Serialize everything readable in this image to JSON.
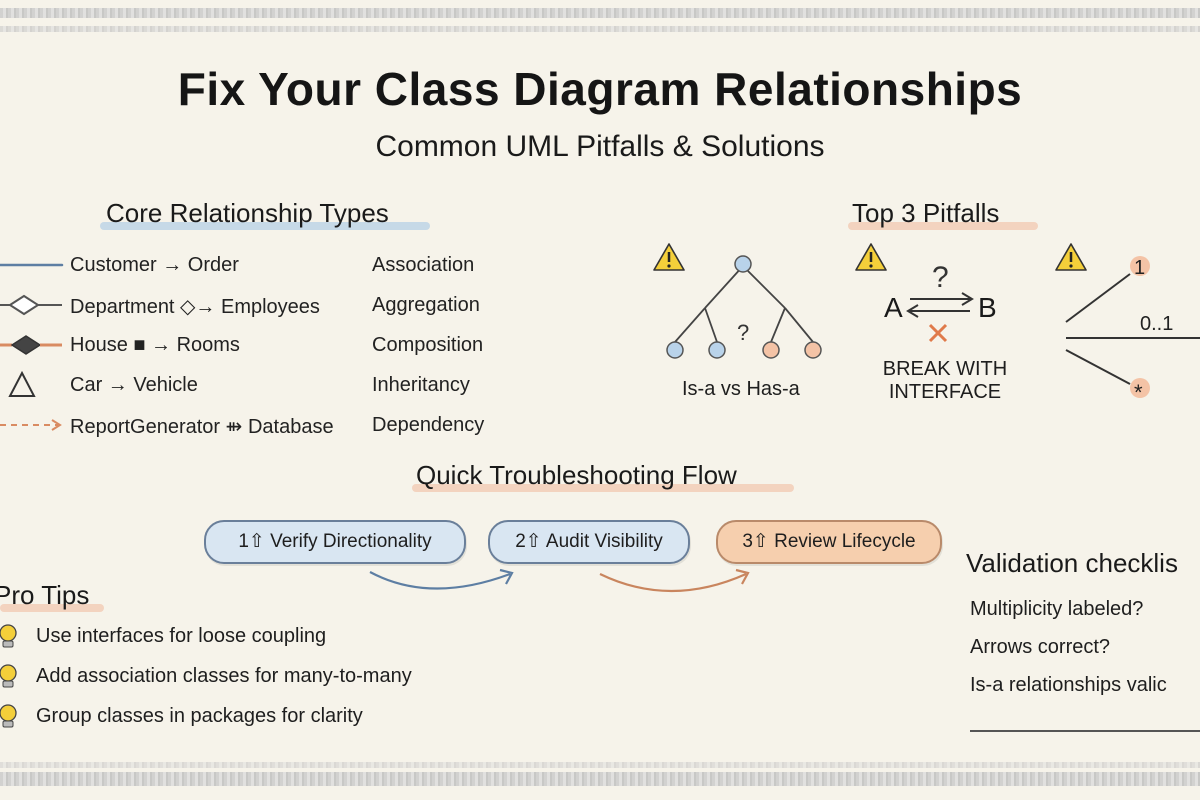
{
  "title": "Fix Your Class Diagram Relationships",
  "subtitle": "Common UML Pitfalls & Solutions",
  "core": {
    "heading": "Core Relationship Types",
    "rows": [
      {
        "example": "Customer → Order",
        "type": "Association"
      },
      {
        "example": "Department ◇→ Employees",
        "type": "Aggregation"
      },
      {
        "example": "House ■ → Rooms",
        "type": "Composition"
      },
      {
        "example": "Car → Vehicle",
        "type": "Inheritancy"
      },
      {
        "example": "ReportGenerator ⇻ Database",
        "type": "Dependency"
      }
    ]
  },
  "pitfalls": {
    "heading": "Top 3 Pitfalls",
    "p1_caption": "Is-a vs Has-a",
    "p1_question": "?",
    "p2_a": "A",
    "p2_b": "B",
    "p2_question": "?",
    "p2_caption_line1": "BREAK WITH",
    "p2_caption_line2": "INTERFACE",
    "p3_top": "1",
    "p3_mid": "0..1",
    "p3_bottom": "*"
  },
  "flow": {
    "heading": "Quick Troubleshooting Flow",
    "steps": [
      {
        "label": "1⇧ Verify Directionality"
      },
      {
        "label": "2⇧ Audit Visibility"
      },
      {
        "label": "3⇧ Review Lifecycle"
      }
    ]
  },
  "tips": {
    "heading": "Pro Tips",
    "items": [
      "Use interfaces for loose coupling",
      "Add association classes for many-to-many",
      "Group classes in packages for clarity"
    ]
  },
  "checklist": {
    "heading": "Validation checklis",
    "items": [
      "Multiplicity labeled?",
      "Arrows correct?",
      "Is-a relationships valic"
    ]
  },
  "colors": {
    "blue_accent": "#9fc3e3",
    "orange_accent": "#f1b89a",
    "node_blue": "#b9d3ea",
    "node_orange": "#f4c3a6",
    "warning_yellow": "#f4cf3a",
    "cross_orange": "#e07a4a"
  },
  "icons": {
    "warning": "warning-icon",
    "bulb": "lightbulb-icon"
  }
}
